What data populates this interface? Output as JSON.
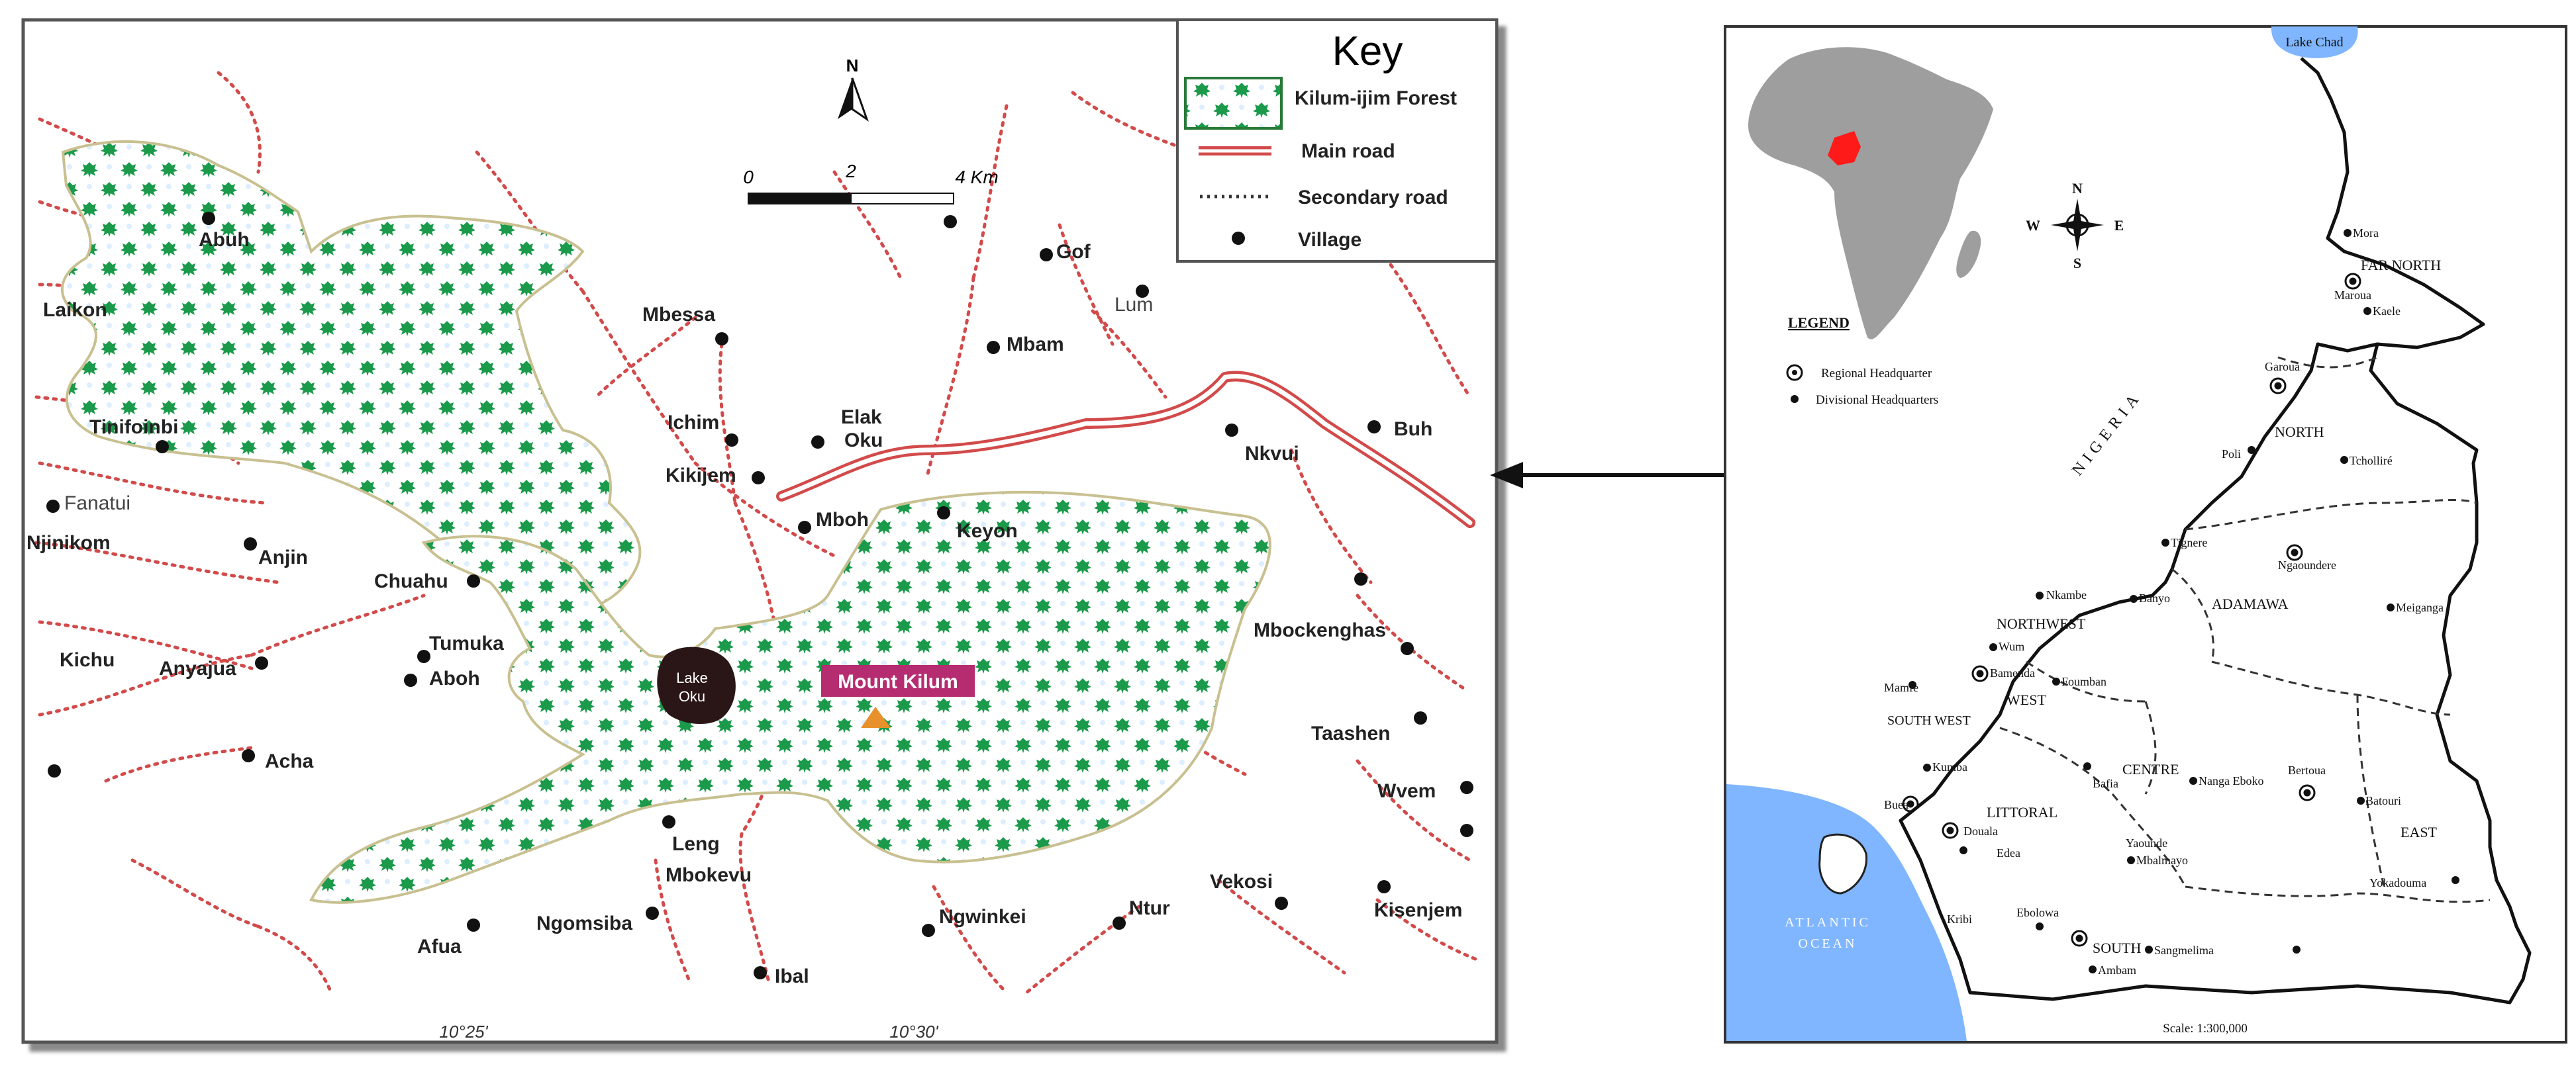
{
  "left_map": {
    "key": {
      "title": "Key",
      "items": [
        {
          "icon": "forest-pattern-icon",
          "label": "Kilum-ijim Forest"
        },
        {
          "icon": "main-road-line-icon",
          "label": "Main road"
        },
        {
          "icon": "secondary-road-line-icon",
          "label": "Secondary road"
        },
        {
          "icon": "village-dot-icon",
          "label": "Village"
        }
      ]
    },
    "north_label": "N",
    "scale_bar": {
      "ticks": [
        "0",
        "2",
        "4 Km"
      ]
    },
    "villages": [
      "Abuh",
      "Laikon",
      "Tinifoinbi",
      "Fanatui",
      "Njinikom",
      "Anjin",
      "Chuahu",
      "Kichu",
      "Anyajua",
      "Tumuka",
      "Aboh",
      "Acha",
      "Mbessa",
      "Ichim",
      "Elak",
      "Oku",
      "Kikijem",
      "Mboh",
      "Keyon",
      "Gof",
      "Lum",
      "Mbam",
      "Nkvui",
      "Buh",
      "Mbockenghas",
      "Taashen",
      "Wvem",
      "Leng",
      "Mbokevu",
      "Ngomsiba",
      "Afua",
      "Ibal",
      "Ngwinkei",
      "Ntur",
      "Vekosi",
      "Kisenjem"
    ],
    "lake_label": [
      "Lake",
      "Oku"
    ],
    "peak_label": "Mount Kilum",
    "longitudes": [
      "10°25'",
      "10°30'"
    ]
  },
  "right_map": {
    "top_label": "Lake Chad",
    "compass": {
      "n": "N",
      "s": "S",
      "e": "E",
      "w": "W"
    },
    "legend": {
      "title": "LEGEND",
      "items": [
        {
          "icon": "regional-hq-icon",
          "label": "Regional Headquarter"
        },
        {
          "icon": "divisional-hq-icon",
          "label": "Divisional Headquarters"
        }
      ]
    },
    "country_label": "NIGERIA",
    "ocean_label": [
      "ATLANTIC",
      "OCEAN"
    ],
    "region_labels": [
      "FAR NORTH",
      "NORTH",
      "ADAMAWA",
      "NORTHWEST",
      "WEST",
      "SOUTH WEST",
      "LITTORAL",
      "CENTRE",
      "EAST",
      "SOUTH"
    ],
    "towns": [
      "Mora",
      "Maroua",
      "Kaele",
      "Garoua",
      "Poli",
      "Tcholliré",
      "Tignere",
      "Ngaoundere",
      "Meiganga",
      "Nkambe",
      "Banyo",
      "Wum",
      "Bamenda",
      "Foumban",
      "Mamfe",
      "Kumba",
      "Bafia",
      "Nanga Eboko",
      "Bertoua",
      "Batouri",
      "Buea",
      "Douala",
      "Edea",
      "Yaounde",
      "Mbalmayo",
      "Yokadouma",
      "Ebolowa",
      "Sangmelima",
      "Ambam",
      "Kribi"
    ],
    "scale": "Scale: 1:300,000"
  },
  "colors": {
    "forest_green": "#1a9a4a",
    "road_red": "#d24a4a",
    "ocean_blue": "#7fb6ff",
    "africa_grey": "#9e9e9e",
    "cameroon_red": "#ff1a1a",
    "lake_dark": "#2a1616",
    "peak_bg": "#b52c71"
  }
}
